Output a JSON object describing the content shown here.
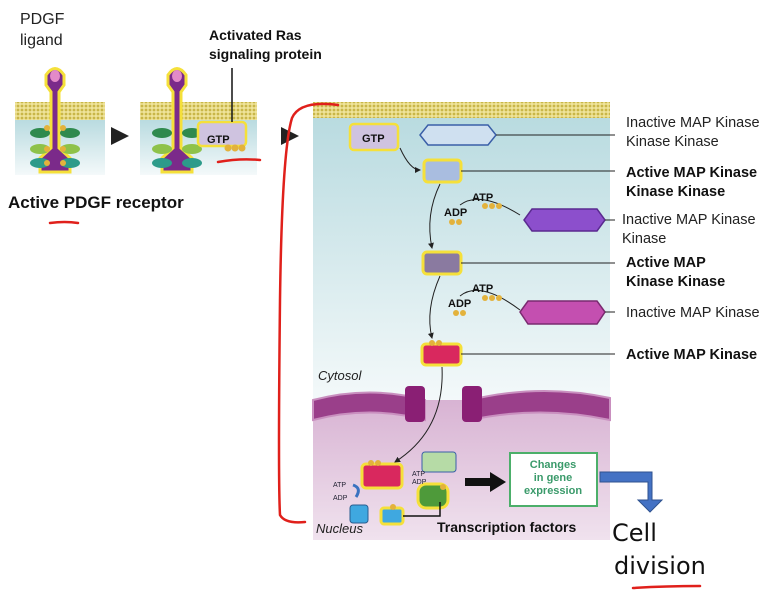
{
  "left": {
    "ligand_label_line1": "PDGF",
    "ligand_label_line2": "ligand",
    "ras_label_line1": "Activated Ras",
    "ras_label_line2": "signaling protein",
    "gtp": "GTP",
    "receptor_label": "Active PDGF receptor"
  },
  "cascade": {
    "gtp": "GTP",
    "atp": "ATP",
    "adp": "ADP",
    "labels": [
      {
        "line1": "Inactive MAP Kinase",
        "line2": "Kinase Kinase",
        "active": false
      },
      {
        "line1": "Active MAP Kinase",
        "line2": "Kinase Kinase",
        "active": true
      },
      {
        "line1": "Inactive MAP Kinase",
        "line2": "Kinase",
        "active": false
      },
      {
        "line1": "Active MAP",
        "line2": "Kinase Kinase",
        "active": true
      },
      {
        "line1": "Inactive MAP Kinase",
        "active": false
      },
      {
        "line1": "Active MAP Kinase",
        "active": true
      }
    ],
    "cytosol": "Cytosol",
    "nucleus": "Nucleus",
    "transcription_factors": "Transcription factors",
    "gene_expression_line1": "Changes",
    "gene_expression_line2": "in gene",
    "gene_expression_line3": "expression"
  },
  "annotation": {
    "line1": "Cell",
    "line2": "division",
    "ink_color": "#e0201b",
    "arrow_color": "#4472c4"
  },
  "colors": {
    "membrane": "#e8d878",
    "cytosol": "#d7ebef",
    "nucleus": "#e6c9e0",
    "receptor": "#7b2a8a",
    "highlight": "#f5e03a"
  }
}
